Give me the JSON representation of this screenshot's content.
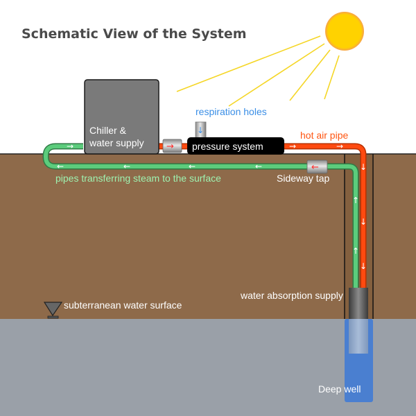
{
  "diagram": {
    "title": "Schematic View of the System",
    "labels": {
      "chiller_line1": "Chiller &",
      "chiller_line2": "water supply",
      "respiration_holes": "respiration holes",
      "pressure_system": "pressure system",
      "hot_air_pipe": "hot air pipe",
      "sideway_tap": "Sideway tap",
      "steam_pipes": "pipes transferring steam to the surface",
      "water_absorption_supply": "water absorption supply",
      "subterranean_water_surface": "subterranean water surface",
      "deep_well": "Deep well"
    },
    "arrow_glyphs": {
      "right": "→",
      "left": "←",
      "down": "↓",
      "up": "↑"
    },
    "icons": {
      "sun": "sun-icon",
      "water_level_marker": "water-level-triangle-icon",
      "valve": "valve-icon"
    },
    "colors": {
      "soil": "#8e6a4a",
      "groundwater": "#9aa0a8",
      "hot_pipe": "#ff4a10",
      "steam_pipe": "#5ccc7c",
      "well_water": "#4a7fd0",
      "chiller_box": "#7a7a7a",
      "pressure_box": "#000000",
      "sun": "#ffd200",
      "sun_rays": "#f5d626"
    }
  }
}
